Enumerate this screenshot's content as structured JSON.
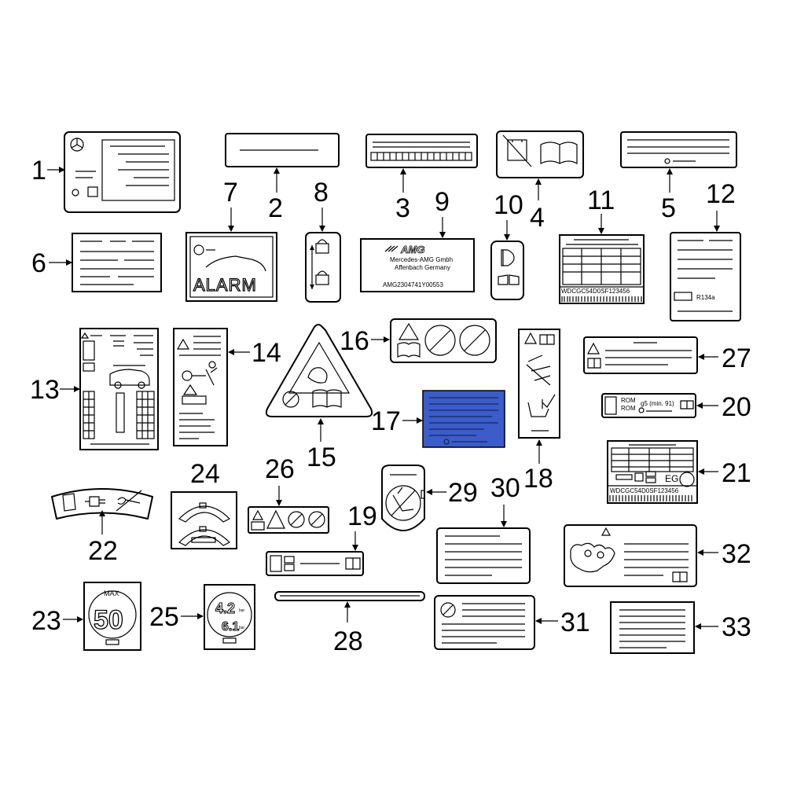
{
  "callouts": {
    "n1": "1",
    "n2": "2",
    "n3": "3",
    "n4": "4",
    "n5": "5",
    "n6": "6",
    "n7": "7",
    "n8": "8",
    "n9": "9",
    "n10": "10",
    "n11": "11",
    "n12": "12",
    "n13": "13",
    "n14": "14",
    "n15": "15",
    "n16": "16",
    "n17": "17",
    "n18": "18",
    "n19": "19",
    "n20": "20",
    "n21": "21",
    "n22": "22",
    "n23": "23",
    "n24": "24",
    "n25": "25",
    "n26": "26",
    "n27": "27",
    "n28": "28",
    "n29": "29",
    "n30": "30",
    "n31": "31",
    "n32": "32",
    "n33": "33"
  },
  "label_text": {
    "amg_logo": "AMG",
    "amg_company": "Mercedes-AMG Gmbh",
    "amg_location": "Affenbach Germany",
    "amg_code": "AMG2304741Y00553",
    "alarm": "ALARM",
    "vin_11": "WDCGC54D0SF123456",
    "vin_21": "WDCGC54D0SF123456",
    "refrigerant": "R134a",
    "rom_top": "ROM",
    "rom_bottom": "ROM",
    "oil_spec": "g5 (min. 91)",
    "eg": "EG",
    "speed_max": "MAX",
    "speed_value": "50",
    "tire_front": "4.2",
    "tire_rear": "6.1",
    "tire_unit_front": "bar",
    "tire_unit_rear": "bar"
  },
  "colors": {
    "line": "#000000",
    "label_17_fill": "#3b5cc9"
  }
}
